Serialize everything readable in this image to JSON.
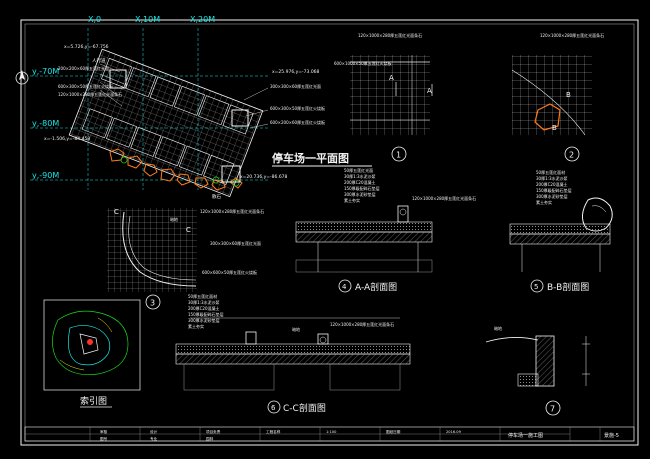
{
  "title_main": "停车场一平面图",
  "axis_x": [
    "X,0",
    "X,10M",
    "X,20M"
  ],
  "axis_y": [
    "y,-70M",
    "y,-80M",
    "y,-90M"
  ],
  "coords": [
    "x=5.726,y=-67.756",
    "x=25.976,y=-73.068",
    "x=-1.506,y=-84.458",
    "x=20.736,y=-86.678"
  ],
  "entrance_label": "人行道",
  "plan_notes": [
    "200×200×60厚五莲红光面",
    "600×300×50厚五莲红火烧板",
    "120×1000×280厚五莲红光面条石",
    "300×300×60厚五莲红光面",
    "600×300×50厚五莲红火烧板",
    "600×200×60厚五莲红火烧板"
  ],
  "tree_label": "散石",
  "detail_numbers": [
    "1",
    "2",
    "3",
    "7"
  ],
  "d1_note_a": "120×1000×280厚五莲红光面条石",
  "d1_note_b": "600×1000×50厚五莲红火烧板",
  "d1_section_letter": "A",
  "d2_note": "120×1000×280厚五莲红光面条石",
  "d2_section_letter": "B",
  "d3_section_letter": "C",
  "d3_edge_label": "暗地",
  "d3_notes": [
    "120×1000×280厚五莲红光面条石",
    "300×300×60厚五莲红光面",
    "600×600×50厚五莲红火烧板"
  ],
  "section_a_title": "A-A剖面图",
  "section_a_number": "4",
  "section_a_layers": [
    "50厚五莲红光面",
    "30厚1:3水泥沙浆",
    "200厚C20混凝土",
    "150厚级配碎石垫层",
    "300厚水泥砂垫层",
    "素土夯实"
  ],
  "section_a_stone": "120×1000×280厚五莲红光面条石",
  "section_b_title": "B-B剖面图",
  "section_b_number": "5",
  "section_b_layers": [
    "50厚五莲红面材",
    "30厚1:3水泥沙浆",
    "200厚C20混凝土",
    "150厚级配碎石垫层",
    "300厚水泥砂垫层",
    "素土夯实"
  ],
  "section_c_title": "C-C剖面图",
  "section_c_number": "6",
  "section_c_layers": [
    "50厚五莲红面材",
    "30厚1:3水泥沙浆",
    "200厚C20混凝土",
    "150厚级配碎石垫层",
    "300厚水泥砂垫层",
    "素土夯实"
  ],
  "section_c_stone": "120×1000×280厚五莲红光面条石",
  "section_c_edge": "暗地",
  "section_7_edge": "暗地",
  "index_title": "索引图",
  "title_block": {
    "sheet_name": "停车场一施工图",
    "sheet_no": "景施-5",
    "cells": [
      "审核",
      "设计",
      "项目负责",
      "工程名称",
      "1:100",
      "图纸日期",
      "2016.09",
      "图号",
      "专业",
      "园林"
    ]
  },
  "colors": {
    "cyan": "#19e6e6",
    "white": "#f2f2f2",
    "yellow": "#f0f000",
    "orange": "#ff7a1a",
    "red": "#ff3030",
    "green": "#19d919"
  }
}
